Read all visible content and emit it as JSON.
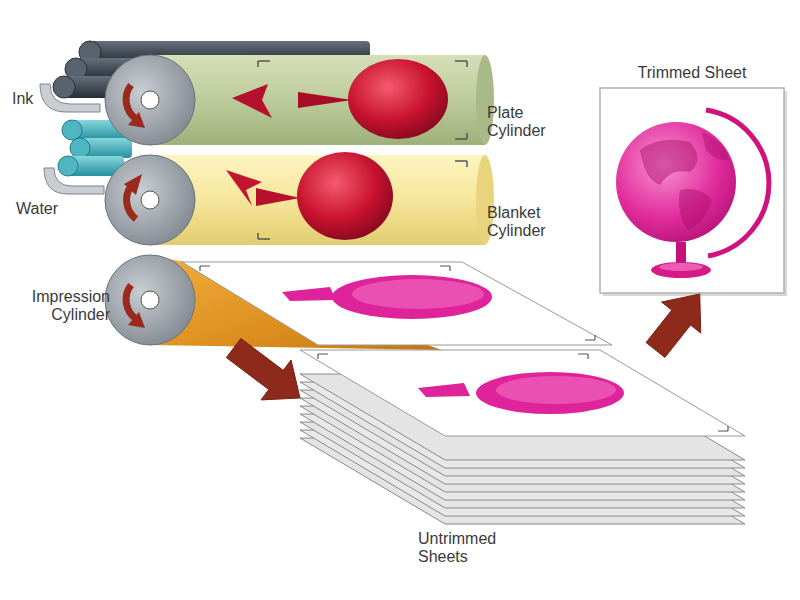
{
  "diagram": {
    "nodes": [
      {
        "text": [
          "Ink"
        ]
      },
      {
        "text": [
          "Water"
        ]
      },
      {
        "text": [
          "Plate Cylinder"
        ]
      },
      {
        "text": [
          "Blanket Cylinder"
        ]
      },
      {
        "text": [
          "Impression Cylinder"
        ]
      },
      {
        "text": [
          "Untrimmed Sheets"
        ]
      },
      {
        "text": [
          "Trimmed Sheet"
        ]
      }
    ],
    "edges": [
      {
        "from": 4,
        "to": 5,
        "arrow": "to"
      },
      {
        "from": 5,
        "to": 6,
        "arrow": "to"
      }
    ]
  }
}
